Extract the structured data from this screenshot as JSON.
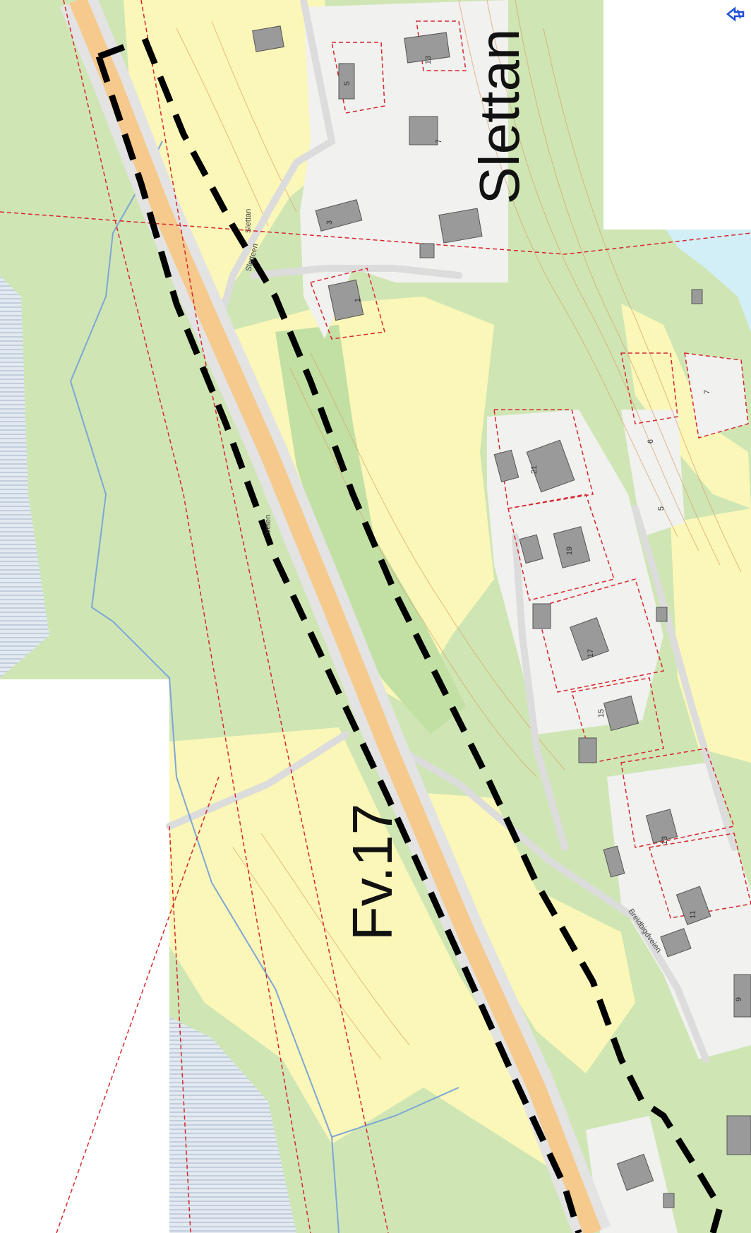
{
  "map": {
    "place_name": "Slettan",
    "road_label": "Fv.17",
    "street_names": [
      "Slettan",
      "Sletteen",
      "veien",
      "Breidbigdveien"
    ],
    "house_numbers": [
      "5",
      "13",
      "7",
      "3",
      "1",
      "21",
      "19",
      "17",
      "15",
      "7",
      "6",
      "5",
      "13",
      "11",
      "9"
    ],
    "north_arrow": "north-arrow-icon",
    "colors": {
      "forest": "#cfe6b4",
      "dark_forest": "#b9dca0",
      "field": "#fbf7b8",
      "built_area": "#f1f1ef",
      "water": "#d2eef7",
      "wetland": "#d6dee8",
      "road_major": "#f6c98c",
      "road_minor": "#dedede",
      "property_line": "#d6262e",
      "contour": "#d8a06a",
      "boundary": "#000000",
      "building": "#9a9a9a",
      "blank": "#ffffff",
      "north_arrow": "#1f4fd8"
    }
  }
}
